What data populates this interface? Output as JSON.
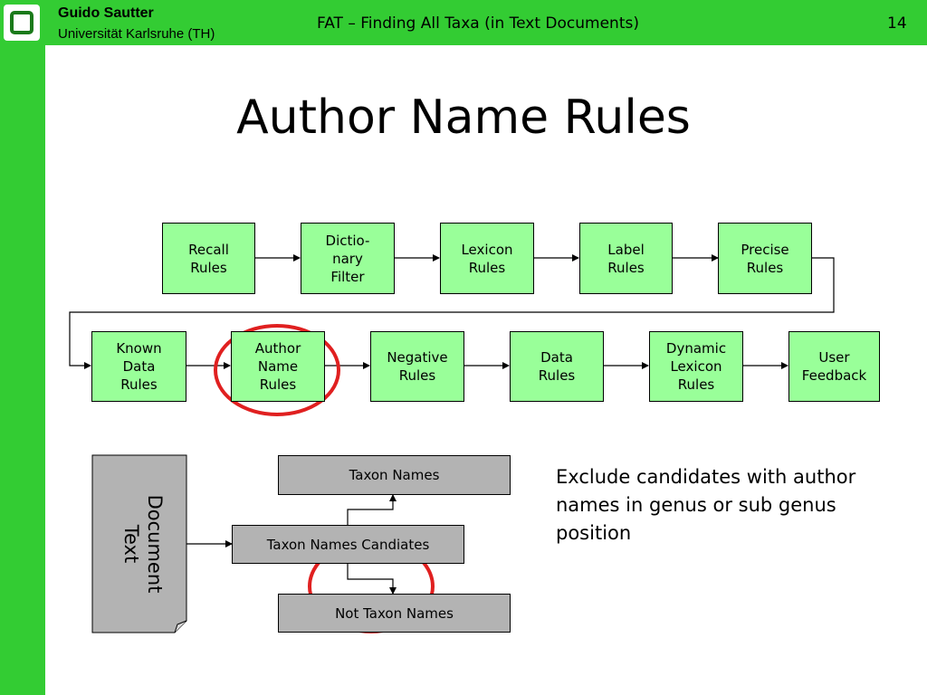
{
  "header": {
    "author": "Guido Sautter",
    "affiliation": "Universität Karlsruhe (TH)",
    "talk_title": "FAT – Finding All Taxa (in Text Documents)",
    "slide_number": "14",
    "brand_color": "#33cc33"
  },
  "slide": {
    "title": "Author Name Rules",
    "pipeline_row1": [
      {
        "line1": "Recall",
        "line2": "Rules",
        "line3": ""
      },
      {
        "line1": "Dictio-",
        "line2": "nary",
        "line3": "Filter"
      },
      {
        "line1": "Lexicon",
        "line2": "Rules",
        "line3": ""
      },
      {
        "line1": "Label",
        "line2": "Rules",
        "line3": ""
      },
      {
        "line1": "Precise",
        "line2": "Rules",
        "line3": ""
      }
    ],
    "pipeline_row2": [
      {
        "line1": "Known",
        "line2": "Data",
        "line3": "Rules"
      },
      {
        "line1": "Author",
        "line2": "Name",
        "line3": "Rules"
      },
      {
        "line1": "Negative",
        "line2": "Rules",
        "line3": ""
      },
      {
        "line1": "Data",
        "line2": "Rules",
        "line3": ""
      },
      {
        "line1": "Dynamic",
        "line2": "Lexicon",
        "line3": "Rules"
      },
      {
        "line1": "User",
        "line2": "Feedback",
        "line3": ""
      }
    ],
    "flow": {
      "document_line1": "Document",
      "document_line2": "Text",
      "candidates": "Taxon Names Candiates",
      "taxon_names": "Taxon Names",
      "not_taxon_names": "Not Taxon Names"
    },
    "note": "Exclude candidates with author names in genus or sub genus position",
    "box_color": "#99ff99",
    "highlight_color": "#e02020"
  }
}
